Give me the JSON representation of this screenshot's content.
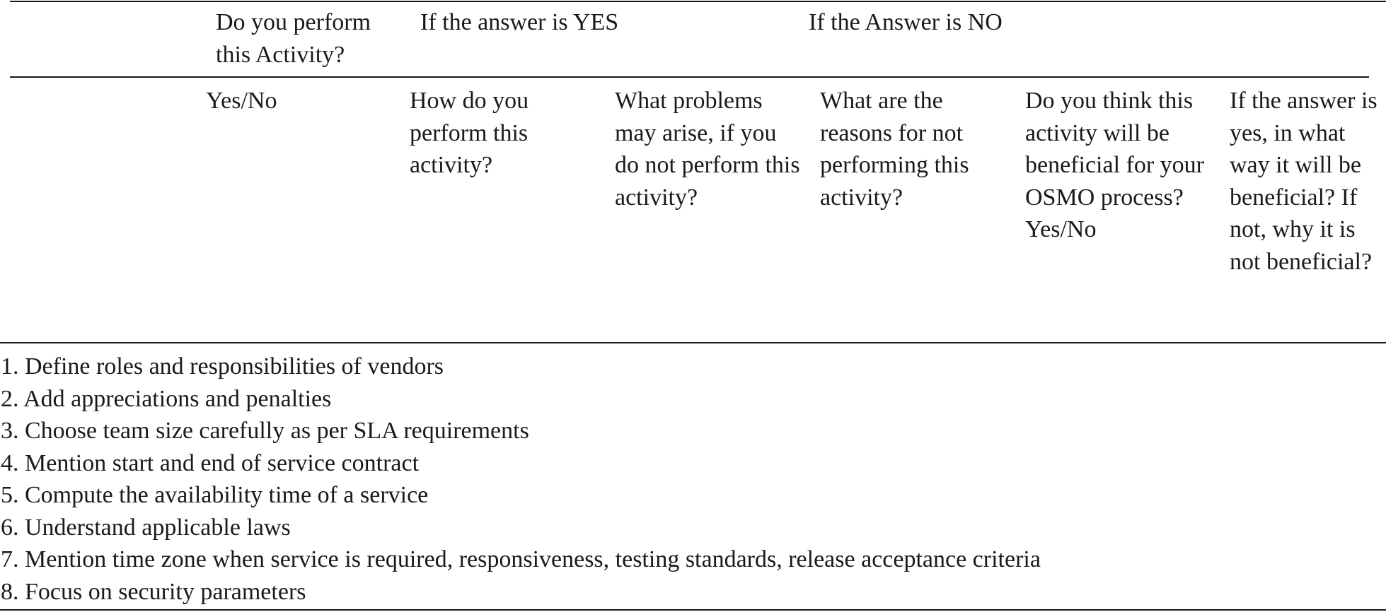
{
  "table": {
    "group_headers": {
      "perform": "Do you perform this Activity?",
      "if_yes": "If the answer is YES",
      "if_no": "If the Answer is NO"
    },
    "sub_headers": [
      "Yes/No",
      "How do you perform this activity?",
      "What problems may arise, if you do not perform this activity?",
      "What are the reasons for not performing this activity?",
      "Do you think this activity will be beneficial for your OSMO process? Yes/No",
      "If the answer is yes, in what way it will be beneficial? If not, why it is not beneficial?"
    ],
    "rows": [
      "1. Define roles and responsibilities of vendors",
      "2. Add appreciations and penalties",
      "3. Choose team size carefully as per SLA requirements",
      "4. Mention start and end of service contract",
      "5. Compute the availability time of a service",
      "6. Understand applicable laws",
      "7. Mention time zone when service is required, responsiveness, testing standards, release acceptance criteria",
      "8. Focus on security parameters"
    ]
  }
}
